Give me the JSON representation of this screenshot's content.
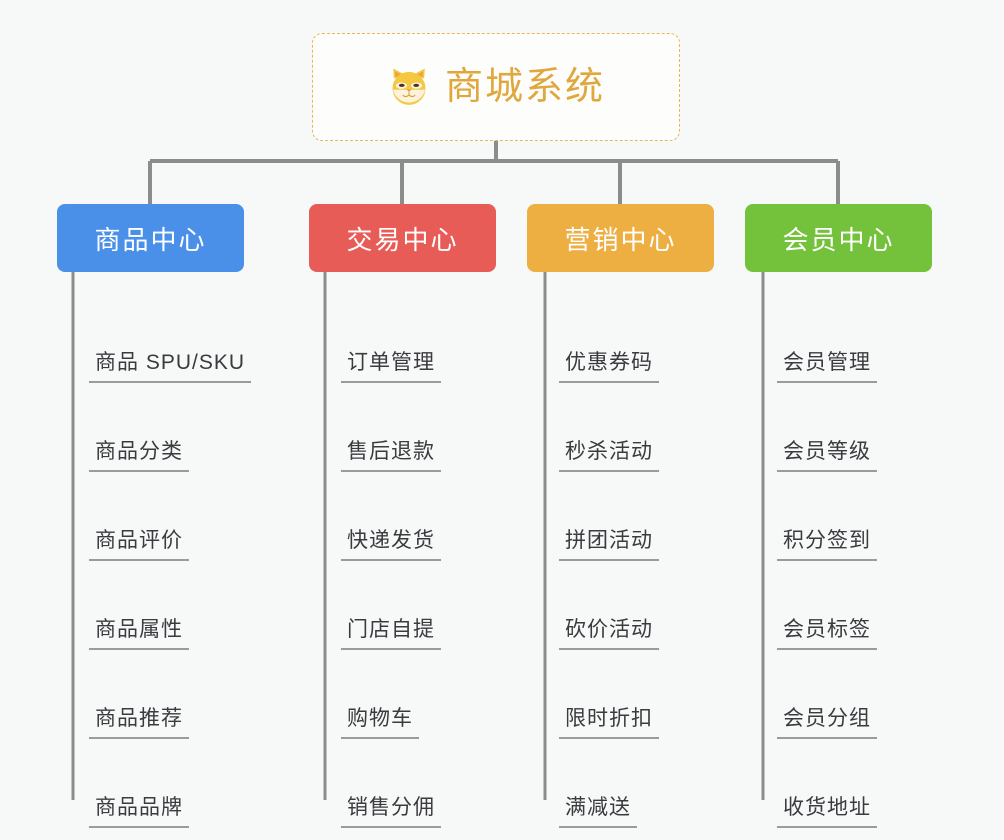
{
  "root": {
    "title": "商城系统",
    "icon": "shiba-dog-icon",
    "title_color": "#e0a83c",
    "border_color": "#e8b857"
  },
  "branches": [
    {
      "id": "product-center",
      "label": "商品中心",
      "color": "#4a90e8",
      "items": [
        {
          "label": "商品 SPU/SKU"
        },
        {
          "label": "商品分类"
        },
        {
          "label": "商品评价"
        },
        {
          "label": "商品属性"
        },
        {
          "label": "商品推荐"
        },
        {
          "label": "商品品牌"
        }
      ]
    },
    {
      "id": "trade-center",
      "label": "交易中心",
      "color": "#e85c58",
      "items": [
        {
          "label": "订单管理"
        },
        {
          "label": "售后退款"
        },
        {
          "label": "快递发货"
        },
        {
          "label": "门店自提"
        },
        {
          "label": "购物车"
        },
        {
          "label": "销售分佣"
        }
      ]
    },
    {
      "id": "marketing-center",
      "label": "营销中心",
      "color": "#edae42",
      "items": [
        {
          "label": "优惠券码"
        },
        {
          "label": "秒杀活动"
        },
        {
          "label": "拼团活动"
        },
        {
          "label": "砍价活动"
        },
        {
          "label": "限时折扣"
        },
        {
          "label": "满减送"
        }
      ]
    },
    {
      "id": "member-center",
      "label": "会员中心",
      "color": "#74c13c",
      "items": [
        {
          "label": "会员管理"
        },
        {
          "label": "会员等级"
        },
        {
          "label": "积分签到"
        },
        {
          "label": "会员标签"
        },
        {
          "label": "会员分组"
        },
        {
          "label": "收货地址"
        }
      ]
    }
  ],
  "theme": {
    "background": "#f7f8f8",
    "connector_color": "#8c8c8c",
    "leaf_text_color": "#3b3b3f",
    "leaf_underline_color": "#9b9b9b"
  }
}
